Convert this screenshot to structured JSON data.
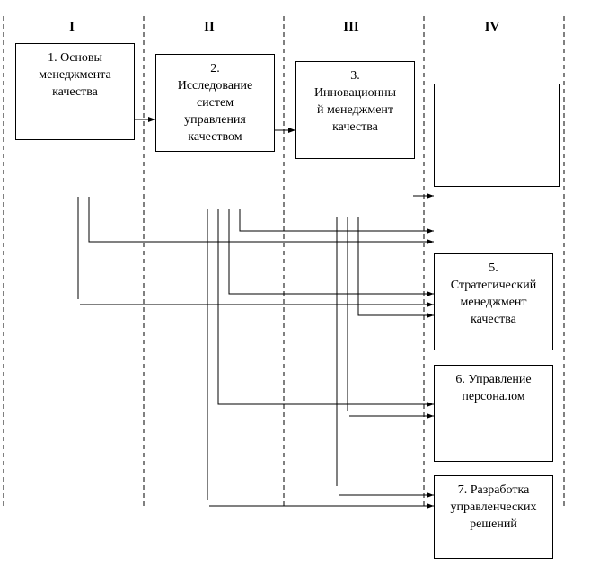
{
  "columns": [
    "I",
    "II",
    "III",
    "IV"
  ],
  "boxes": {
    "b1": "1. Основы\nменеджмента\nкачества",
    "b2": "2.\nИсследование\nсистем\nуправления\nкачеством",
    "b3": "3.\nИнновационны\nй менеджмент\nкачества",
    "b4": "",
    "b5": "5.\nСтратегический\nменеджмент\nкачества",
    "b6": "6. Управление\nперсоналом",
    "b7": "7. Разработка\nуправленческих\nрешений"
  }
}
